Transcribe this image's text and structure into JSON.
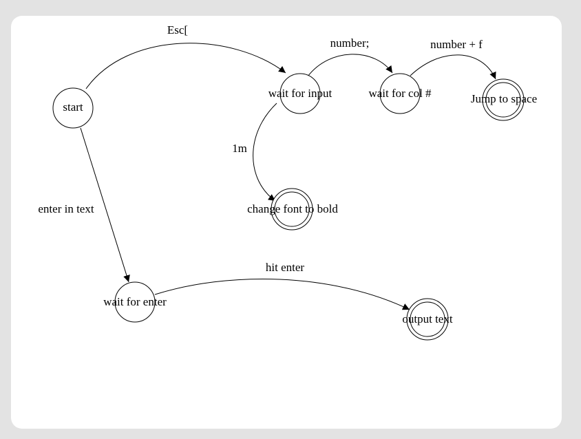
{
  "diagram": {
    "states": [
      {
        "id": "start",
        "label": "start",
        "accepting": false
      },
      {
        "id": "wait-for-input",
        "label": "wait for input",
        "accepting": false
      },
      {
        "id": "wait-for-col",
        "label": "wait for col #",
        "accepting": false
      },
      {
        "id": "jump-to-space",
        "label": "Jump to space",
        "accepting": true
      },
      {
        "id": "change-font-to-bold",
        "label": "change font to bold",
        "accepting": true
      },
      {
        "id": "wait-for-enter",
        "label": "wait for enter",
        "accepting": false
      },
      {
        "id": "output-text",
        "label": "output text",
        "accepting": true
      }
    ],
    "transitions": [
      {
        "from": "start",
        "to": "wait-for-input",
        "label": "Esc["
      },
      {
        "from": "wait-for-input",
        "to": "wait-for-col",
        "label": "number;"
      },
      {
        "from": "wait-for-col",
        "to": "jump-to-space",
        "label": "number + f"
      },
      {
        "from": "wait-for-input",
        "to": "change-font-to-bold",
        "label": "1m"
      },
      {
        "from": "start",
        "to": "wait-for-enter",
        "label": "enter in text"
      },
      {
        "from": "wait-for-enter",
        "to": "output-text",
        "label": "hit enter"
      }
    ]
  }
}
